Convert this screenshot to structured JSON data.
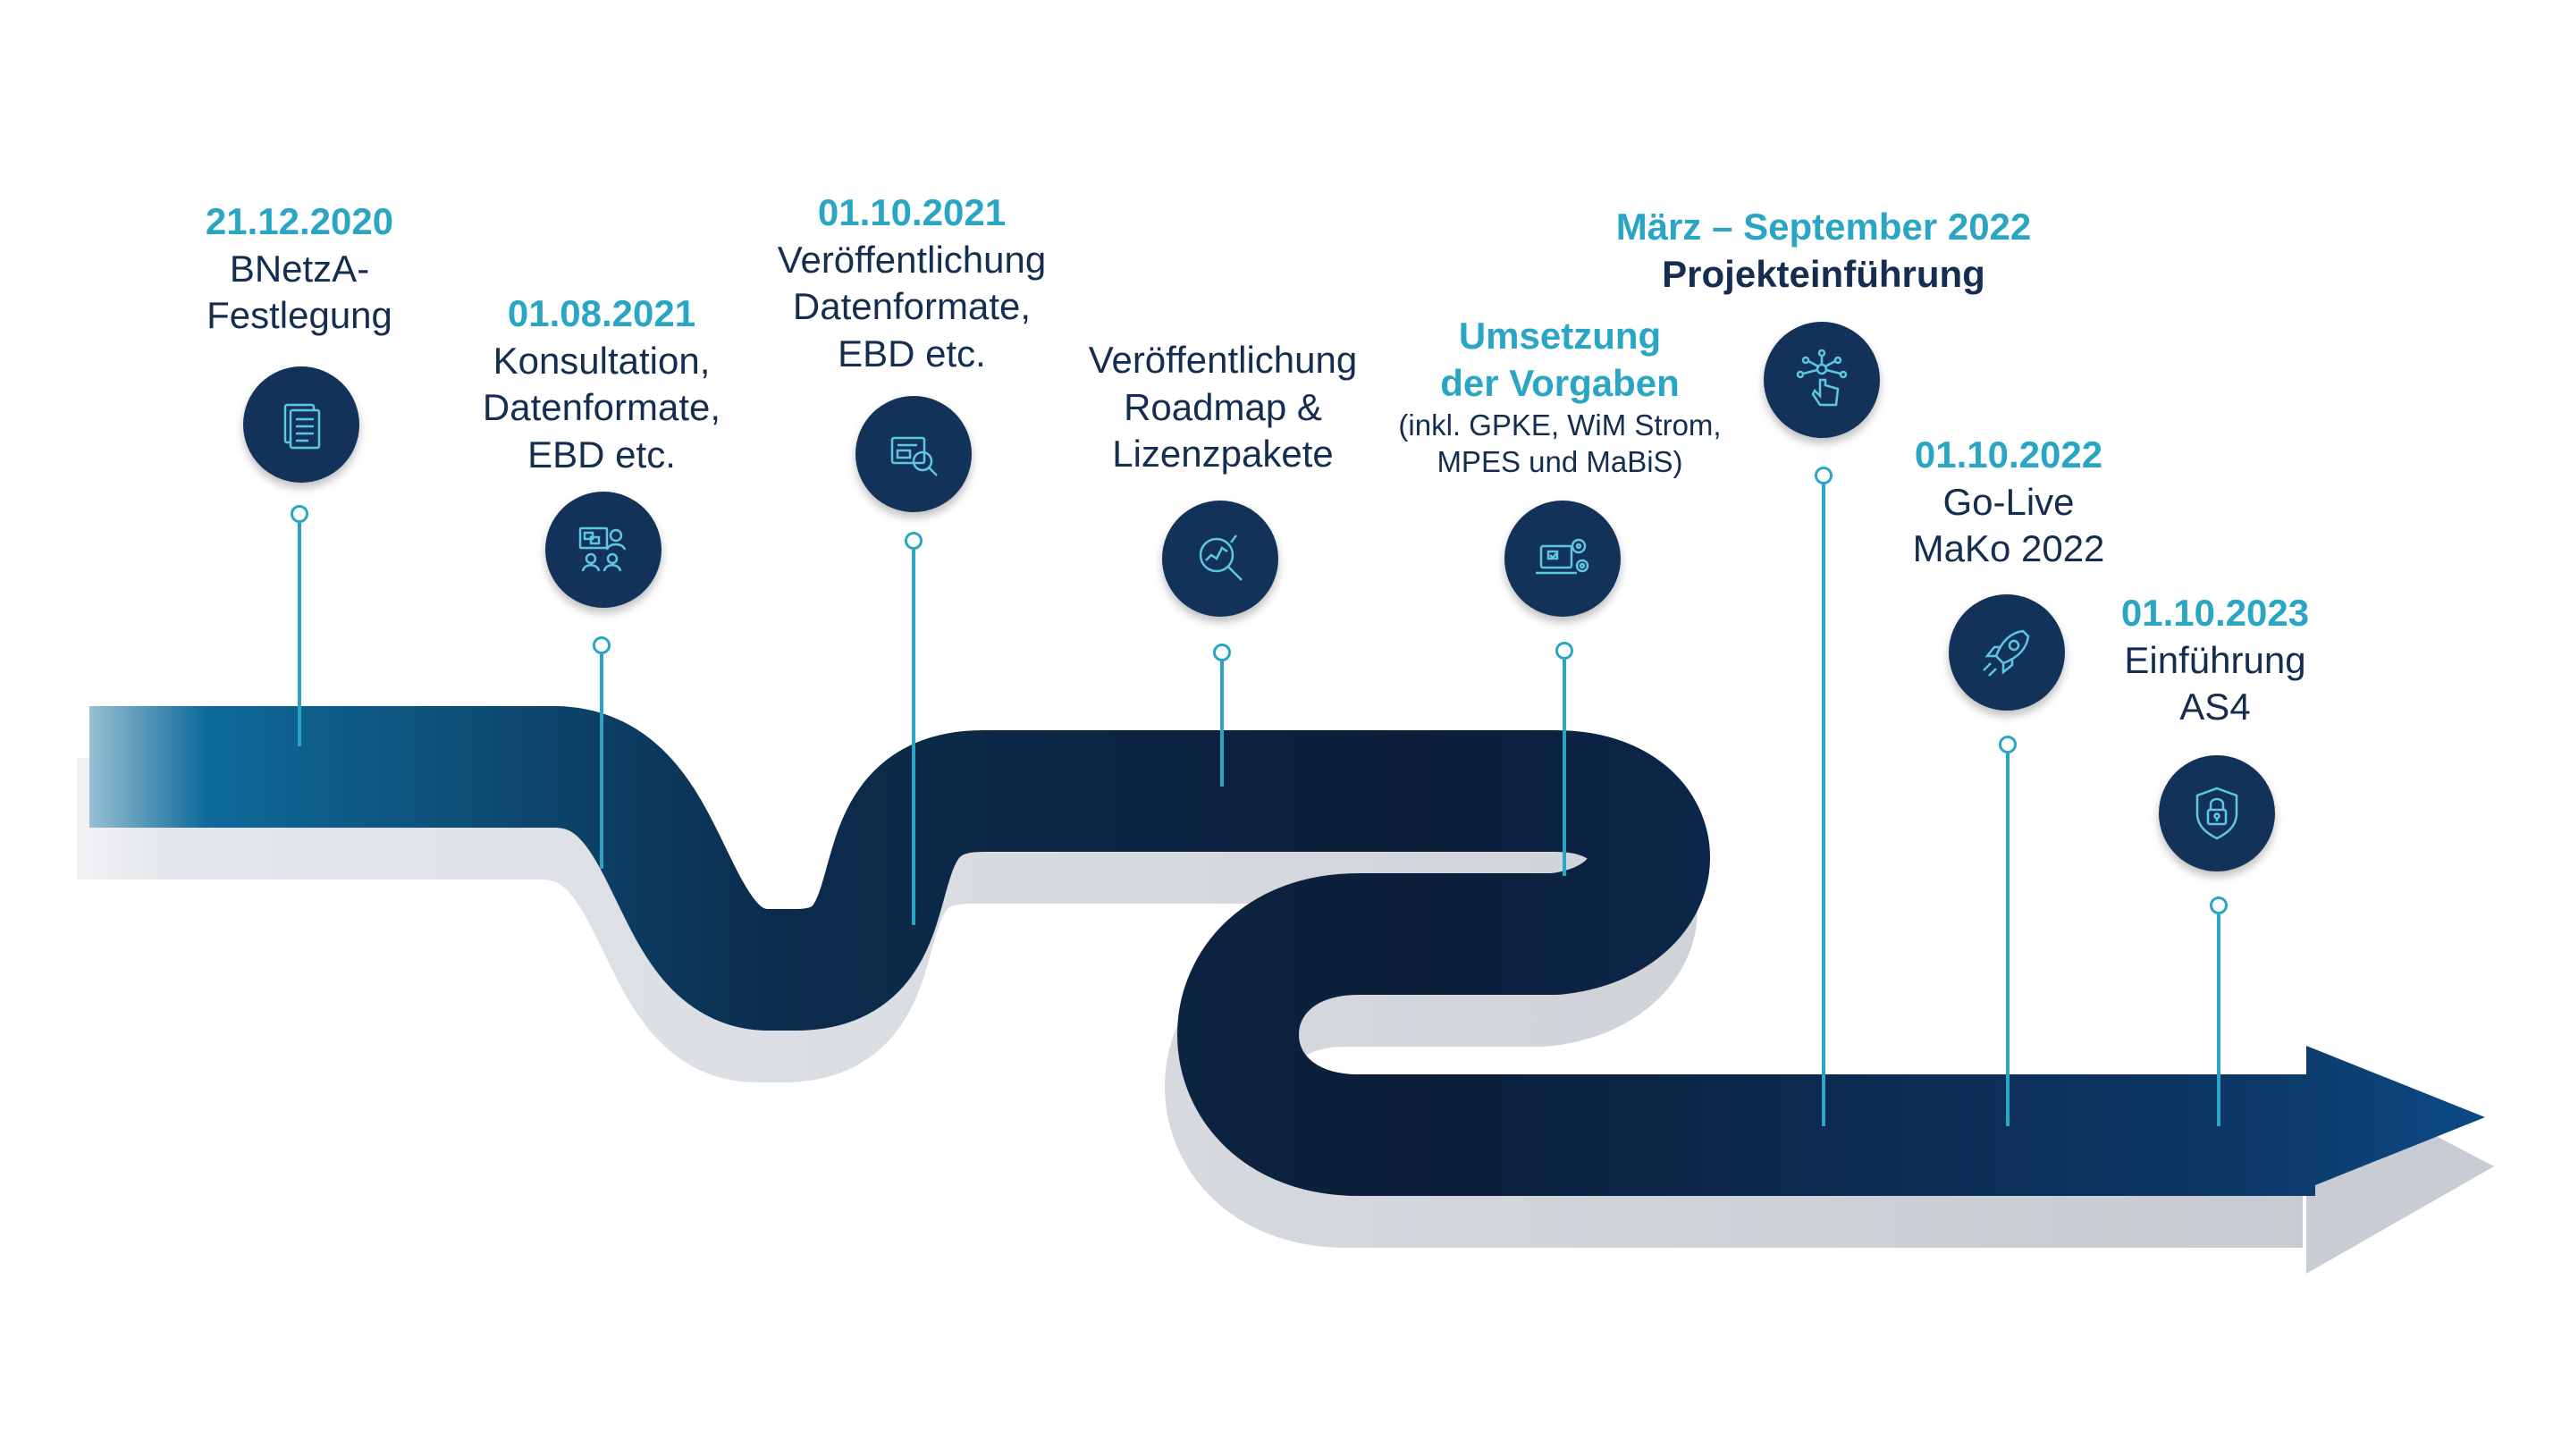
{
  "milestones": [
    {
      "date": "21.12.2020",
      "lines": [
        "BNetzA-",
        "Festlegung"
      ],
      "icon": "document-stack-icon"
    },
    {
      "date": "01.08.2021",
      "lines": [
        "Konsultation,",
        "Datenformate,",
        "EBD etc."
      ],
      "icon": "consultation-meeting-icon"
    },
    {
      "date": "01.10.2021",
      "lines": [
        "Veröffentlichung",
        "Datenformate,",
        "EBD etc."
      ],
      "icon": "document-search-icon"
    },
    {
      "lines": [
        "Veröffentlichung",
        "Roadmap &",
        "Lizenzpakete"
      ],
      "icon": "analytics-magnifier-icon"
    },
    {
      "title": [
        "Umsetzung",
        "der Vorgaben"
      ],
      "lines": [
        "(inkl. GPKE, WiM Strom,",
        "MPES und MaBiS)"
      ],
      "icon": "laptop-gears-icon"
    },
    {
      "date": "März – September 2022",
      "title": [
        "Projekteinführung"
      ],
      "icon": "touch-network-icon"
    },
    {
      "date": "01.10.2022",
      "lines": [
        "Go-Live",
        "MaKo 2022"
      ],
      "icon": "rocket-icon"
    },
    {
      "date": "01.10.2023",
      "lines": [
        "Einführung",
        "AS4"
      ],
      "icon": "shield-lock-icon"
    }
  ],
  "colors": {
    "road_light": "#0e6a9a",
    "road_dark": "#0c1e3a",
    "accent": "#2aa6c4",
    "text_dark": "#152d4f"
  }
}
